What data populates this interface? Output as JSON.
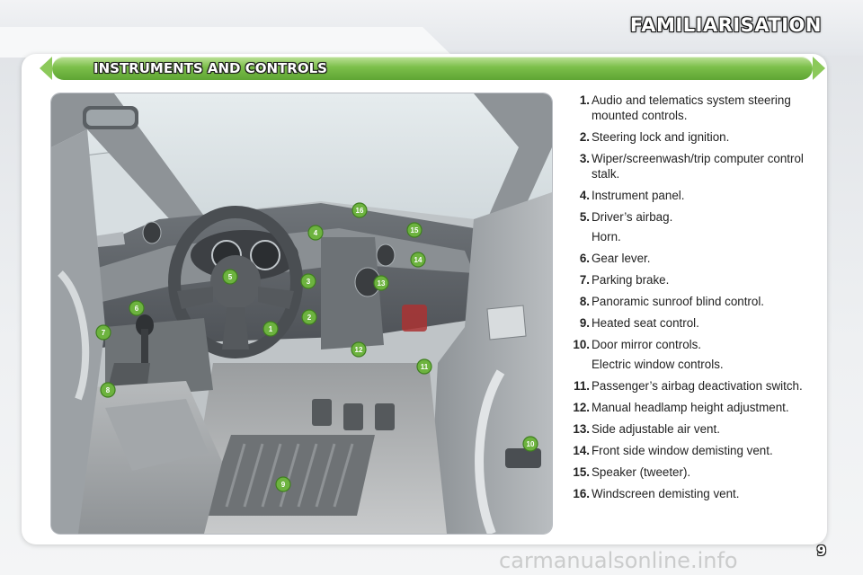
{
  "header": {
    "title": "FAMILIARISATION"
  },
  "section": {
    "title": "INSTRUMENTS AND CONTROLS"
  },
  "legend": [
    {
      "num": "1.",
      "text": "Audio and telematics system steering mounted controls."
    },
    {
      "num": "2.",
      "text": "Steering lock and ignition."
    },
    {
      "num": "3.",
      "text": "Wiper/screenwash/trip computer control stalk."
    },
    {
      "num": "4.",
      "text": "Instrument panel."
    },
    {
      "num": "5.",
      "text": "Driver’s airbag.",
      "sub": "Horn."
    },
    {
      "num": "6.",
      "text": "Gear lever."
    },
    {
      "num": "7.",
      "text": "Parking brake."
    },
    {
      "num": "8.",
      "text": "Panoramic sunroof blind control."
    },
    {
      "num": "9.",
      "text": "Heated seat control."
    },
    {
      "num": "10.",
      "text": "Door mirror controls.",
      "sub": "Electric window controls."
    },
    {
      "num": "11.",
      "text": "Passenger’s airbag deactivation switch."
    },
    {
      "num": "12.",
      "text": "Manual headlamp height adjustment."
    },
    {
      "num": "13.",
      "text": "Side adjustable air vent."
    },
    {
      "num": "14.",
      "text": "Front side window demisting vent."
    },
    {
      "num": "15.",
      "text": "Speaker (tweeter)."
    },
    {
      "num": "16.",
      "text": "Windscreen demisting vent."
    }
  ],
  "callouts": [
    "1",
    "2",
    "3",
    "4",
    "5",
    "6",
    "7",
    "8",
    "9",
    "10",
    "11",
    "12",
    "13",
    "14",
    "15",
    "16"
  ],
  "footer": {
    "page_number": "9",
    "watermark": "carmanualsonline.info"
  },
  "colors": {
    "accent_green": "#6db33f",
    "title_outline": "#111111"
  }
}
